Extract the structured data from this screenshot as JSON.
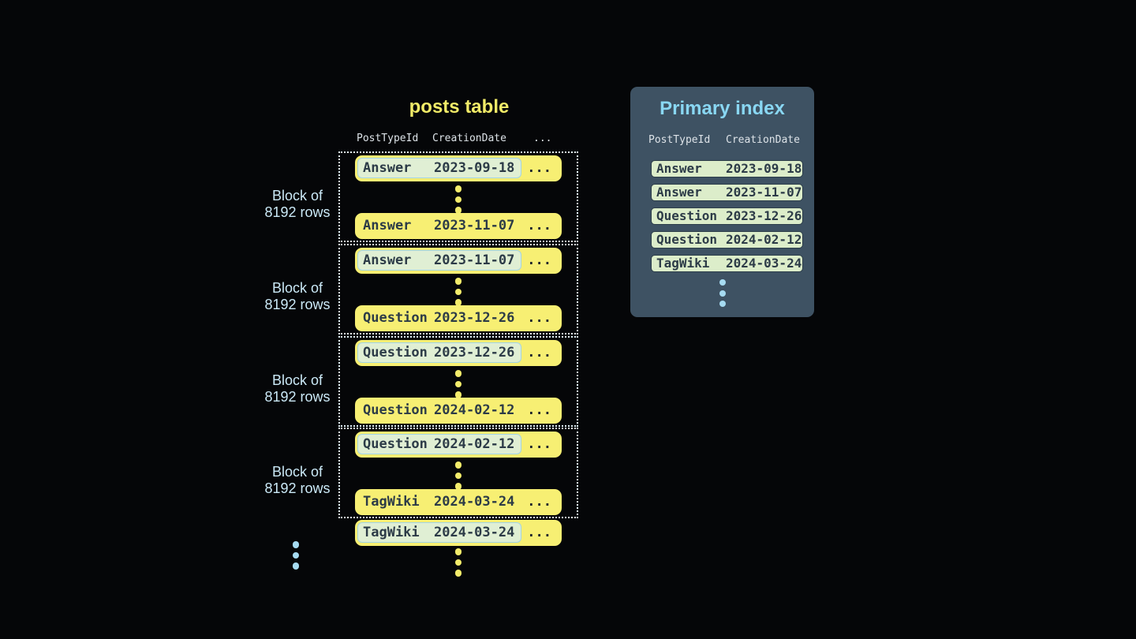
{
  "ellipsis": "...",
  "table": {
    "title": "posts table",
    "headers": {
      "col1": "PostTypeId",
      "col2": "CreationDate",
      "col3": "..."
    },
    "blocks": [
      {
        "label1": "Block of",
        "label2": "8192 rows",
        "first": {
          "type": "Answer",
          "date": "2023-09-18"
        },
        "last": {
          "type": "Answer",
          "date": "2023-11-07"
        }
      },
      {
        "label1": "Block of",
        "label2": "8192 rows",
        "first": {
          "type": "Answer",
          "date": "2023-11-07"
        },
        "last": {
          "type": "Question",
          "date": "2023-12-26"
        }
      },
      {
        "label1": "Block of",
        "label2": "8192 rows",
        "first": {
          "type": "Question",
          "date": "2023-12-26"
        },
        "last": {
          "type": "Question",
          "date": "2024-02-12"
        }
      },
      {
        "label1": "Block of",
        "label2": "8192 rows",
        "first": {
          "type": "Question",
          "date": "2024-02-12"
        },
        "last": {
          "type": "TagWiki",
          "date": "2024-03-24"
        }
      }
    ],
    "overflow_row": {
      "type": "TagWiki",
      "date": "2024-03-24"
    }
  },
  "index": {
    "title": "Primary index",
    "headers": {
      "col1": "PostTypeId",
      "col2": "CreationDate"
    },
    "rows": [
      {
        "type": "Answer",
        "date": "2023-09-18"
      },
      {
        "type": "Answer",
        "date": "2023-11-07"
      },
      {
        "type": "Question",
        "date": "2023-12-26"
      },
      {
        "type": "Question",
        "date": "2024-02-12"
      },
      {
        "type": "TagWiki",
        "date": "2024-03-24"
      }
    ]
  },
  "colors": {
    "background": "#050608",
    "row_yellow": "#f7ef73",
    "accent_yellow": "#f2ec68",
    "highlight_mint": "#e0efd4",
    "highlight_border": "#a2d4e6",
    "index_row_mint": "#dcedca",
    "index_row_border": "#2c3d49",
    "panel_bg": "#3e5263",
    "panel_title_blue": "#89d7f3",
    "label_blue": "#cbe9f7",
    "dot_blue": "#a6dbf1",
    "text_dark": "#2c3b47",
    "header_text": "#dde3e8",
    "block_border": "#e3f2f8"
  }
}
